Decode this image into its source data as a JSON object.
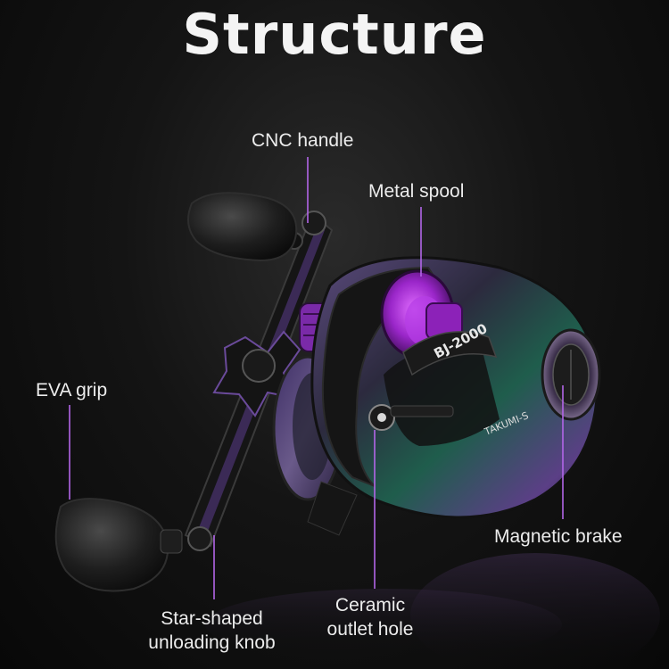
{
  "title": "Structure",
  "labels": {
    "cnc_handle": "CNC handle",
    "metal_spool": "Metal spool",
    "eva_grip": "EVA grip",
    "magnetic_brake": "Magnetic brake",
    "star_knob_line1": "Star-shaped",
    "star_knob_line2": "unloading knob",
    "ceramic_line1": "Ceramic",
    "ceramic_line2": "outlet hole"
  },
  "product_marks": {
    "model": "BJ-2000",
    "brand": "TAKUMI-S"
  },
  "colors": {
    "accent_purple": "#b266e8",
    "background": "#141414",
    "label_text": "#ececec"
  }
}
